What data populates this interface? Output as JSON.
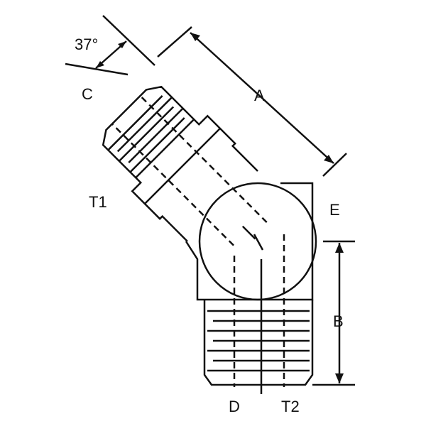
{
  "title": "45° flare to pipe elbow fitting dimension drawing",
  "labels": {
    "angle": "37°",
    "A": "A",
    "B": "B",
    "C": "C",
    "D": "D",
    "E": "E",
    "T1": "T1",
    "T2": "T2"
  },
  "colors": {
    "line": "#111111",
    "background": "#ffffff"
  }
}
